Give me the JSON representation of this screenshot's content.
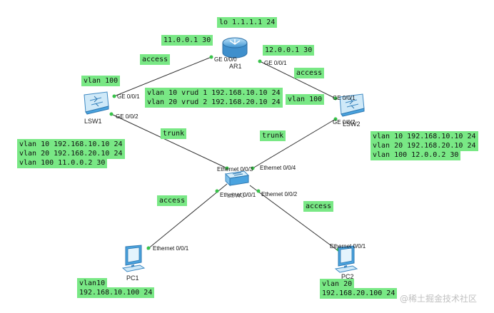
{
  "devices": {
    "ar1": {
      "name": "AR1",
      "icon": "router-icon"
    },
    "lsw1": {
      "name": "LSW1",
      "icon": "layer3-switch-icon"
    },
    "lsw2": {
      "name": "LSW2",
      "icon": "layer3-switch-icon"
    },
    "lsw3": {
      "name": "LSW3",
      "icon": "layer2-switch-icon"
    },
    "pc1": {
      "name": "PC1",
      "icon": "pc-icon"
    },
    "pc2": {
      "name": "PC2",
      "icon": "pc-icon"
    }
  },
  "ports": {
    "ar1_ge000": "GE 0/0/0",
    "ar1_ge001": "GE 0/0/1",
    "lsw1_ge001": "GE 0/0/1",
    "lsw1_ge002": "GE 0/0/2",
    "lsw2_ge001": "GE 0/0/1",
    "lsw2_ge002": "GE 0/0/2",
    "lsw3_eth003": "Ethernet 0/0/3",
    "lsw3_eth004": "Ethernet 0/0/4",
    "lsw3_eth001": "Ethernet 0/0/1",
    "lsw3_eth002": "Ethernet 0/0/2",
    "pc1_eth": "Ethernet 0/0/1",
    "pc2_eth": "Ethernet 0/0/1"
  },
  "labels": {
    "ar1_loopback": "lo 1.1.1.1 24",
    "ar1_ge000_ip": "11.0.0.1 30",
    "ar1_ge001_ip": "12.0.0.1 30",
    "link_ar1_lsw1_mode": "access",
    "link_ar1_lsw2_mode": "access",
    "lsw1_vlan": "vlan 100",
    "lsw2_vlan": "vlan 100",
    "vrrp_line1": "vlan 10 vrud 1 192.168.10.10 24",
    "vrrp_line2": "vlan 20 vrud 2 192.168.20.10 24",
    "link_lsw1_lsw3_mode": "trunk",
    "link_lsw2_lsw3_mode": "trunk",
    "lsw1_ip_line1": "vlan 10 192.168.10.10 24",
    "lsw1_ip_line2": "vlan 20 192.168.20.10 24",
    "lsw1_ip_line3": "vlan 100 11.0.0.2 30",
    "lsw2_ip_line1": "vlan 10 192.168.10.10 24",
    "lsw2_ip_line2": "vlan 20 192.168.20.10 24",
    "lsw2_ip_line3": "vlan 100 12.0.0.2 30",
    "link_lsw3_pc1_mode": "access",
    "link_lsw3_pc2_mode": "access",
    "pc1_vlan": "vlan10",
    "pc1_ip": "192.168.10.100 24",
    "pc2_vlan": "vlan 20",
    "pc2_ip": "192.168.20.100 24"
  },
  "watermark": "@稀土掘金技术社区",
  "colors": {
    "label_bg": "#79e885",
    "link_line": "#333333",
    "port_dot": "#39c24a",
    "device_blue": "#4aa3df"
  }
}
